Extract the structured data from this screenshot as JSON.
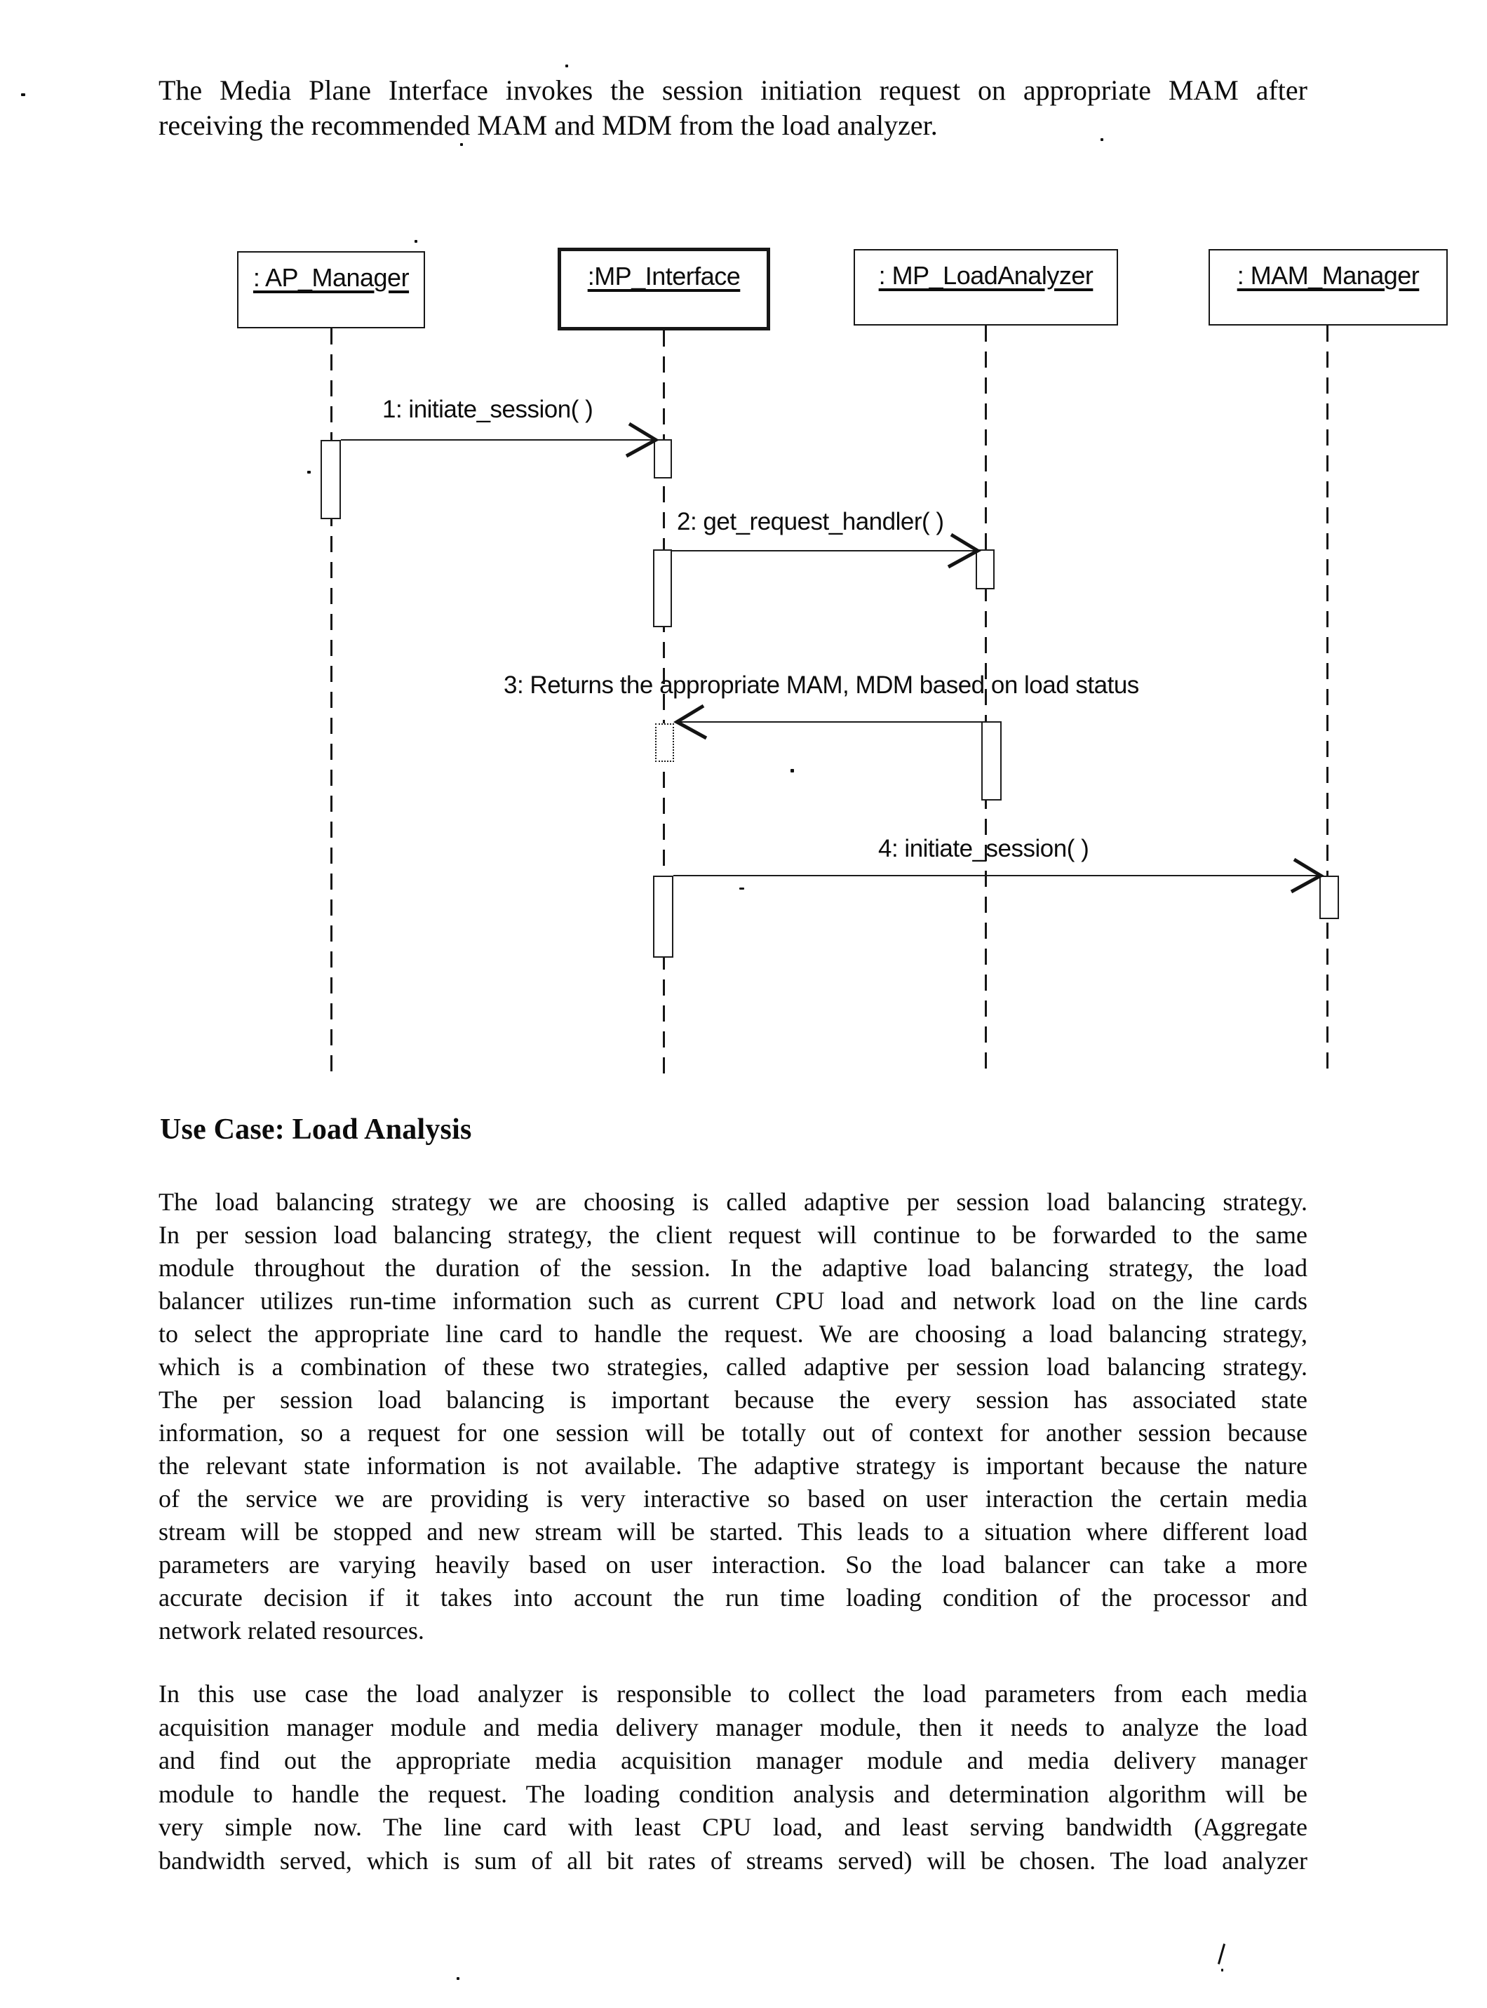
{
  "intro": {
    "lines": [
      "The Media Plane Interface invokes the session initiation request on appropriate MAM after",
      "receiving the recommended MAM and MDM from the load analyzer."
    ]
  },
  "diagram": {
    "actors": [
      {
        "label": ": AP_Manager"
      },
      {
        "label": ":MP_Interface"
      },
      {
        "label": ": MP_LoadAnalyzer"
      },
      {
        "label": ": MAM_Manager"
      }
    ],
    "messages": [
      {
        "label": "1: initiate_session( )"
      },
      {
        "label": "2: get_request_handler( )"
      },
      {
        "label": "3: Returns the appropriate MAM, MDM based on load status"
      },
      {
        "label": "4: initiate_session( )"
      }
    ]
  },
  "heading": "Use Case: Load Analysis",
  "paragraph1": {
    "lines": [
      "The load balancing strategy we are choosing is called adaptive per session load balancing strategy.",
      "In per session load balancing strategy, the client request will continue to be forwarded to the same",
      "module throughout the duration of the session. In the adaptive load balancing strategy, the load",
      "balancer utilizes run-time information such as current CPU load and network load on the line cards",
      "to select the appropriate line card to handle the request. We are choosing a load balancing strategy,",
      "which is a combination of these two strategies, called adaptive per session load balancing strategy.",
      "The per session load balancing is important because the every session has associated state",
      "information, so a request for one session will be totally out of context for another session because",
      "the relevant state information is not available. The adaptive strategy is important because the nature",
      "of the service we are providing is very interactive so based on user interaction the certain media",
      "stream will be stopped and new stream will be started. This leads to a situation where different load",
      "parameters are varying heavily based on user interaction. So the load balancer can take a more",
      "accurate decision if it takes into account the run time loading condition of the processor and",
      "network related resources."
    ]
  },
  "paragraph2": {
    "lines": [
      "In this use case the load analyzer is responsible to collect the load parameters from each media",
      "acquisition manager module and media delivery manager module, then it needs to analyze the load",
      "and find out the appropriate media acquisition manager module and media delivery manager",
      "module to handle the request. The loading condition analysis and determination algorithm will be",
      "very simple now. The line card with least CPU load, and least serving bandwidth (Aggregate",
      "bandwidth served, which is sum of all bit rates of streams served) will be chosen. The load analyzer"
    ]
  }
}
